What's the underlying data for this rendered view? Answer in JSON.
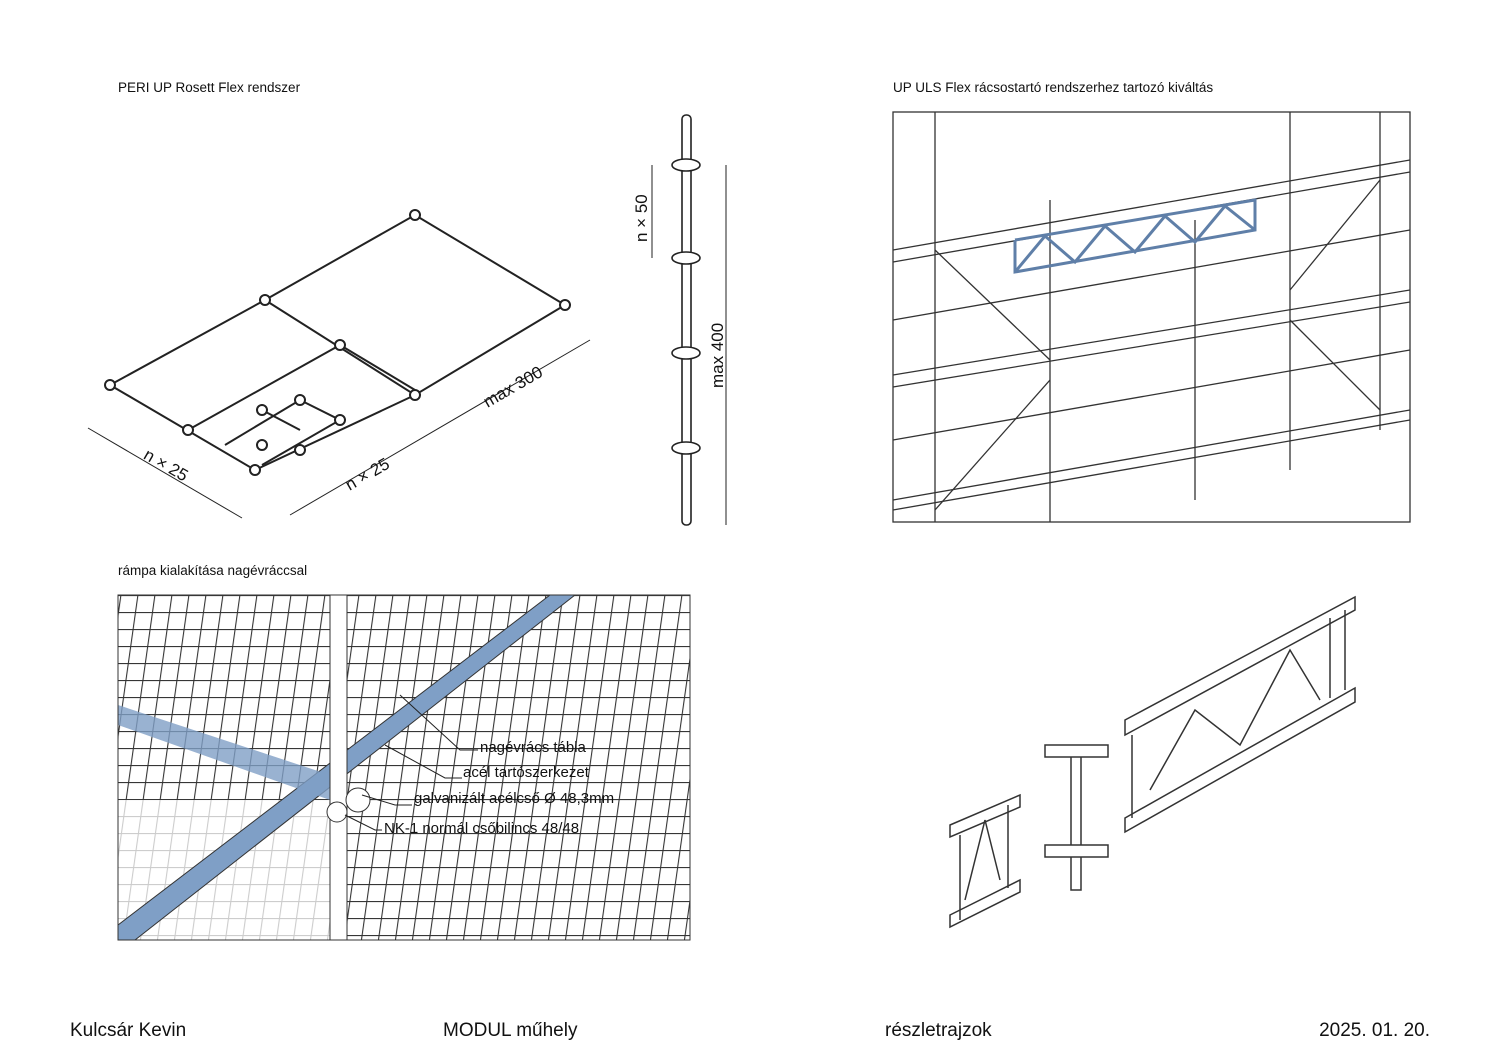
{
  "sections": {
    "rosett": {
      "title": "PERI UP Rosett Flex rendszer",
      "dims": [
        "n × 25",
        "n × 25",
        "max 300"
      ],
      "pole_dims": [
        "n × 50",
        "max 400"
      ]
    },
    "uls": {
      "title": "UP ULS  Flex rácsostartó rendszerhez tartozó kiváltás"
    },
    "ramp": {
      "title": "rámpa kialakítása nagévráccsal",
      "labels": [
        "nagévrács tábla",
        "acél tartószerkezet",
        "galvanizált acélcső Ø 48,3mm",
        "NK-1 normál csőbilincs 48/48"
      ]
    }
  },
  "footer": {
    "author": "Kulcsár Kevin",
    "studio": "MODUL műhely",
    "sheet": "részletrajzok",
    "date": "2025. 01. 20."
  },
  "colors": {
    "accent": "#7f9fc6",
    "line": "#222222"
  }
}
